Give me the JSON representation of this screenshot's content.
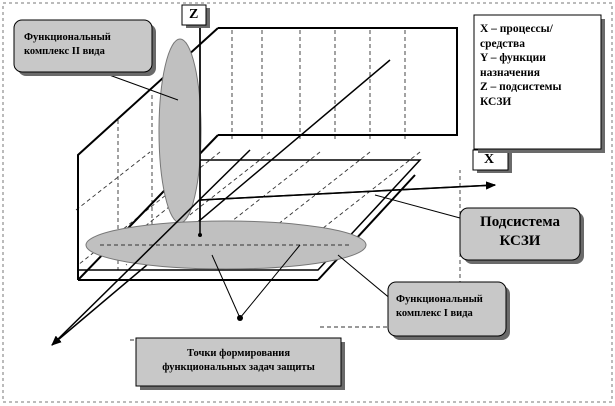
{
  "axes": {
    "z_label": "Z",
    "x_label": "X"
  },
  "legend": {
    "line1": "X – процессы/",
    "line2": "средства",
    "line3": "Y – функции",
    "line4": "назначения",
    "line5": "Z – подсистемы",
    "line6": "КСЗИ"
  },
  "callouts": {
    "complex2_line1": "Функциональный",
    "complex2_line2": "комплекс  II вида",
    "subsystem_line1": "Подсистема",
    "subsystem_line2": "КСЗИ",
    "complex1_line1": "Функциональный",
    "complex1_line2": "комплекс I вида",
    "points_line1": "Точки формирования",
    "points_line2": "функциональных  задач защиты"
  },
  "colors": {
    "ellipse_fill": "#c0c0c0",
    "callout_fill": "#c8c8c8",
    "shadow": "#6a6a6a",
    "line": "#000000"
  }
}
